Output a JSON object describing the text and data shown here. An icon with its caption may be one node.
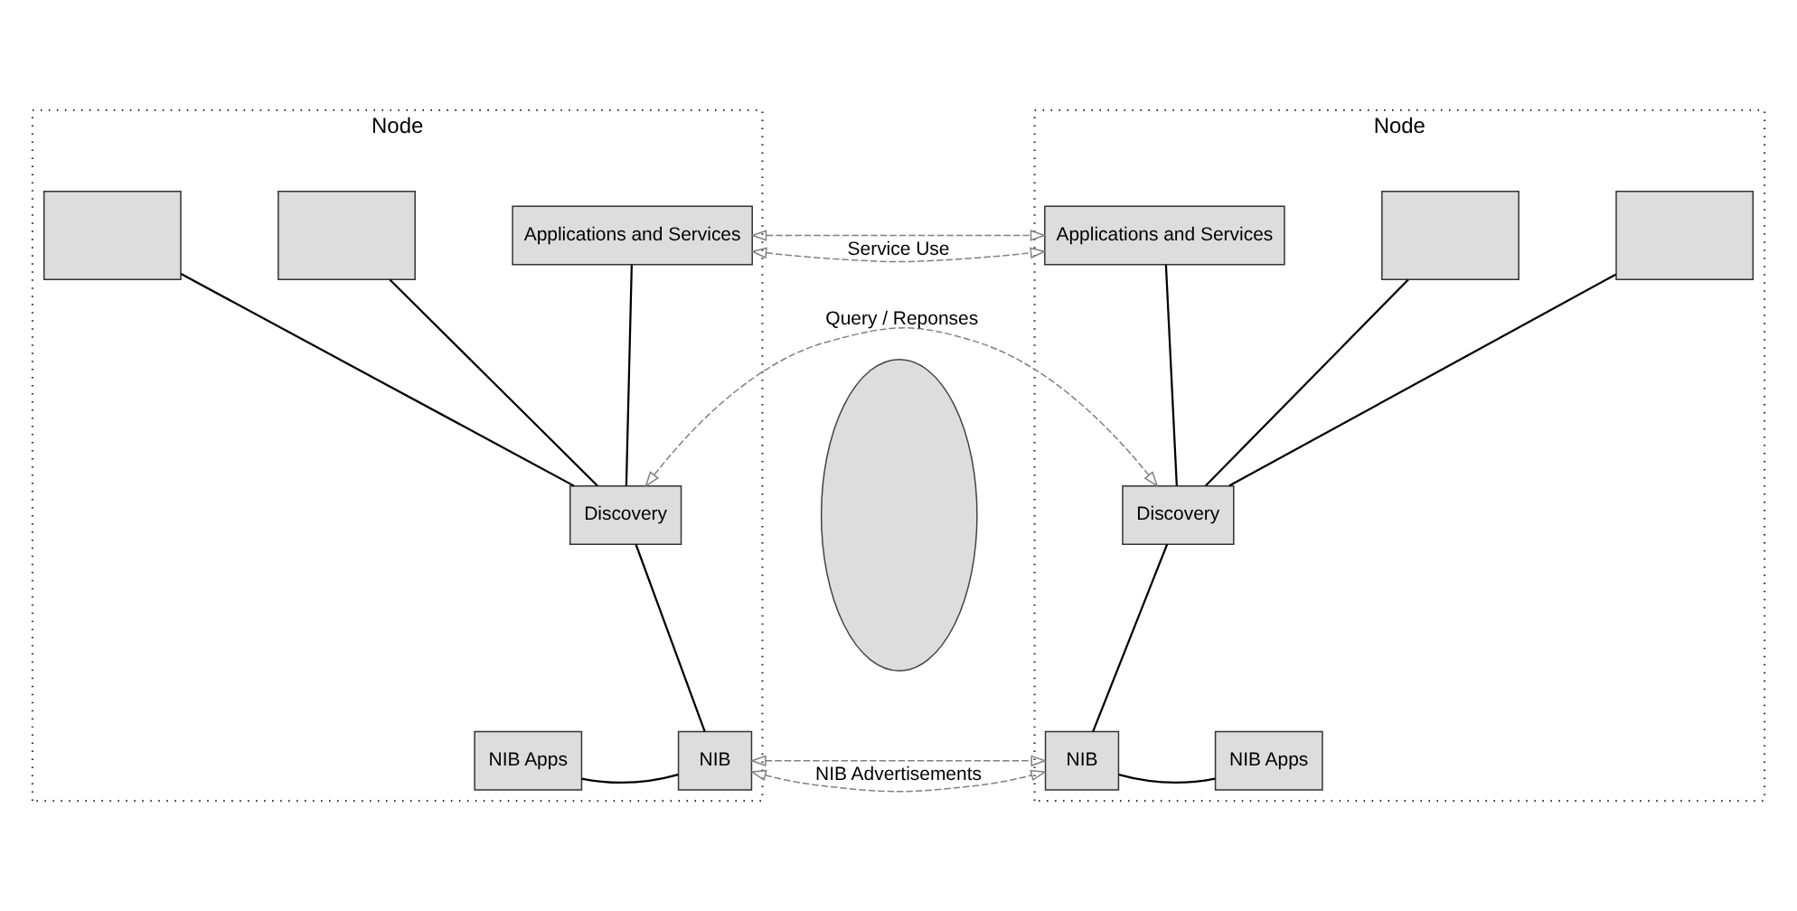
{
  "diagram": {
    "nodes": [
      {
        "text": [
          "Node"
        ]
      },
      {
        "text": [],
        "shape": "box",
        "in": 0
      },
      {
        "text": [],
        "shape": "box",
        "in": 0
      },
      {
        "text": [
          "Applications and Services"
        ],
        "in": 0
      },
      {
        "text": [
          "Discovery"
        ],
        "in": 0
      },
      {
        "text": [
          "NIB Apps"
        ],
        "in": 0
      },
      {
        "text": [
          "NIB"
        ],
        "in": 0
      },
      {
        "text": [],
        "shape": "cloud"
      },
      {
        "text": [
          "Node"
        ]
      },
      {
        "text": [],
        "shape": "box",
        "in": 8
      },
      {
        "text": [],
        "shape": "box",
        "in": 8
      },
      {
        "text": [
          "Applications and Services"
        ],
        "in": 8
      },
      {
        "text": [
          "Discovery"
        ],
        "in": 8
      },
      {
        "text": [
          "NIB"
        ],
        "in": 8
      },
      {
        "text": [
          "NIB Apps"
        ],
        "in": 8
      }
    ],
    "edges": [
      {
        "from": 1,
        "to": 4,
        "arrow": "none"
      },
      {
        "from": 2,
        "to": 4,
        "arrow": "none"
      },
      {
        "from": 3,
        "to": 4,
        "arrow": "none"
      },
      {
        "from": 4,
        "to": 6,
        "arrow": "none"
      },
      {
        "from": 5,
        "to": 6,
        "arrow": "none"
      },
      {
        "from": 3,
        "to": 11,
        "arrow": "both",
        "label": "Service Use",
        "style": "dashed",
        "color": "#808080"
      },
      {
        "from": 4,
        "to": 12,
        "arrow": "both",
        "label": "Query / Reponses",
        "style": "dashed",
        "color": "#808080"
      },
      {
        "from": 6,
        "to": 13,
        "arrow": "both",
        "label": "NIB Advertisements",
        "style": "dashed",
        "color": "#808080"
      },
      {
        "from": 9,
        "to": 12,
        "arrow": "none"
      },
      {
        "from": 10,
        "to": 12,
        "arrow": "none"
      },
      {
        "from": 11,
        "to": 12,
        "arrow": "none"
      },
      {
        "from": 12,
        "to": 13,
        "arrow": "none"
      },
      {
        "from": 13,
        "to": 14,
        "arrow": "none"
      }
    ]
  }
}
